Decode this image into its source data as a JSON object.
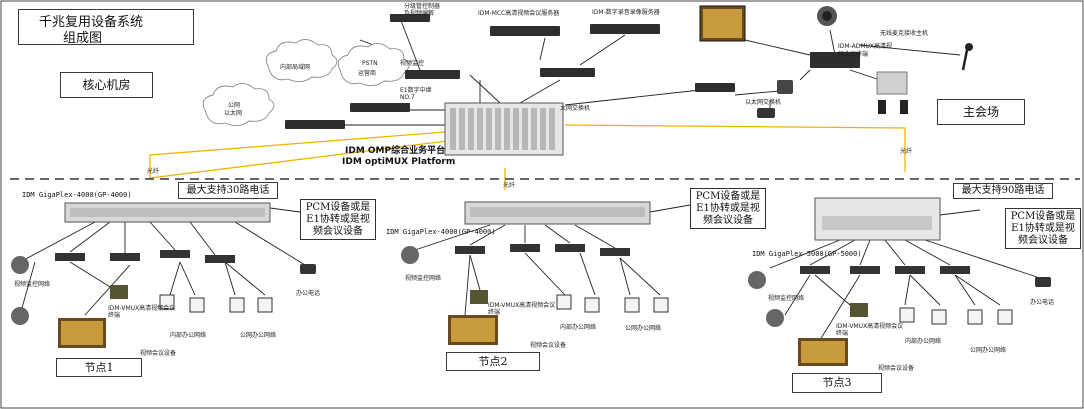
{
  "title": {
    "line1": "千兆复用设备系统",
    "line2": "组成图"
  },
  "core_room": "核心机房",
  "main_venue": "主会场",
  "central": {
    "line1": "IDM OMP综合业务平台",
    "line2": "IDM optiMUX Platform"
  },
  "clouds": [
    {
      "line1": "内部局域网",
      "line2": ""
    },
    {
      "line1": "PSTN",
      "line2": "运营商"
    },
    {
      "line1": "公网",
      "line2": "以太网"
    }
  ],
  "core_labels": {
    "central_ctrl": "分级管控制器\n及视频编解",
    "mcc_server": "IDM-MCC高清视频会议服务器",
    "rec_server": "IDM-数字录音录像服务器",
    "video_monitor": "视频监控",
    "e1_trunk": "E1数字中继\nNO.7",
    "eth_switch": "太网交换机"
  },
  "main_labels": {
    "wireless_mic": "无线麦克接收主机",
    "admux": "IDM-ADMUX高清视\n频会议终端",
    "eth_switch": "以太网交换机"
  },
  "fiber": [
    "光纤",
    "光纤",
    "光纤"
  ],
  "nodes": [
    {
      "device": "IDM GigaPlex-4000(GP-4000)",
      "capacity": "最大支持30路电话",
      "callout": "PCM设备或是\nE1协转或是视\n频会议设备",
      "name": "节点1",
      "labels": {
        "camera": "视频监控网络",
        "vc": "IDM-VMUX高清视频会议\n终端",
        "vc_dev": "视频会议设备",
        "office_int": "内部办公网络",
        "office_pub": "公网办公网络",
        "phone": "办公电话"
      }
    },
    {
      "device": "IDM GigaPlex-4000(GP-4000)",
      "capacity": "",
      "callout": "PCM设备或是\nE1协转或是视\n频会议设备",
      "name": "节点2",
      "labels": {
        "camera": "视频监控网络",
        "vc": "IDM-VMUX高清视频会议\n终端",
        "vc_dev": "视频会议设备",
        "office_int": "内部办公网络",
        "office_pub": "公网办公网络",
        "phone": ""
      }
    },
    {
      "device": "IDM GigaPlex-5000(GP-5000)",
      "capacity": "最大支持90路电话",
      "callout": "PCM设备或是\nE1协转或是视\n频会议设备",
      "name": "节点3",
      "labels": {
        "camera": "视频监控网络",
        "vc": "IDM-VMUX高清视频会议\n终端",
        "vc_dev": "视频会议设备",
        "office_int": "内部办公网络",
        "office_pub": "公网办公网络",
        "phone": "办公电话"
      }
    }
  ],
  "colors": {
    "fiber": "#f0b400",
    "link": "#222222",
    "dashed": "#333333",
    "device_dark": "#2e2e2e",
    "device_light": "#d8d8d8"
  }
}
